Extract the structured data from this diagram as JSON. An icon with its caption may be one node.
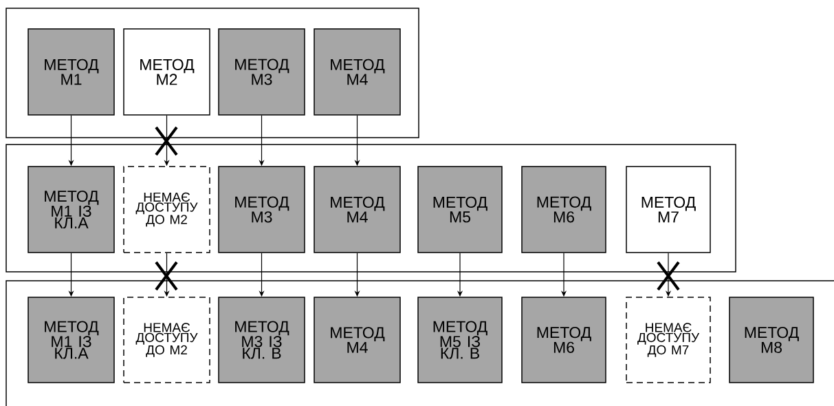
{
  "diagram": {
    "nodes": [
      {
        "text": [],
        "shape": "box"
      },
      {
        "text": [
          "МЕТОД М1"
        ],
        "in": 0
      },
      {
        "text": [
          "МЕТОД М2"
        ],
        "in": 0
      },
      {
        "text": [
          "МЕТОД М3"
        ],
        "in": 0
      },
      {
        "text": [
          "МЕТОД М4"
        ],
        "in": 0
      },
      {
        "text": [],
        "shape": "box"
      },
      {
        "text": [
          "МЕТОД М1 ІЗ КЛ.А"
        ],
        "in": 5
      },
      {
        "text": [
          "НЕМАЄ ДОСТУПУ ДО М2"
        ],
        "in": 5
      },
      {
        "text": [
          "МЕТОД М3"
        ],
        "in": 5
      },
      {
        "text": [
          "МЕТОД М4"
        ],
        "in": 5
      },
      {
        "text": [
          "МЕТОД М5"
        ],
        "in": 5
      },
      {
        "text": [
          "МЕТОД М6"
        ],
        "in": 5
      },
      {
        "text": [
          "МЕТОД М7"
        ],
        "in": 5
      },
      {
        "text": [],
        "shape": "box"
      },
      {
        "text": [
          "МЕТОД М1 ІЗ КЛ.А"
        ],
        "in": 13
      },
      {
        "text": [
          "НЕМАЄ ДОСТУПУ ДО М2"
        ],
        "in": 13
      },
      {
        "text": [
          "МЕТОД М3 ІЗ КЛ. В"
        ],
        "in": 13
      },
      {
        "text": [
          "МЕТОД М4"
        ],
        "in": 13
      },
      {
        "text": [
          "МЕТОД М5 ІЗ КЛ. В"
        ],
        "in": 13
      },
      {
        "text": [
          "МЕТОД М6"
        ],
        "in": 13
      },
      {
        "text": [
          "НЕМАЄ ДОСТУПУ ДО М7"
        ],
        "in": 13
      },
      {
        "text": [
          "МЕТОД М8"
        ],
        "in": 13
      }
    ],
    "edges": [
      {
        "from": 1,
        "to": 6,
        "arrow": "to"
      },
      {
        "from": 2,
        "to": 7,
        "arrow": "to"
      },
      {
        "from": 3,
        "to": 8,
        "arrow": "to"
      },
      {
        "from": 4,
        "to": 9,
        "arrow": "to"
      },
      {
        "from": 6,
        "to": 14,
        "arrow": "to"
      },
      {
        "from": 7,
        "to": 15,
        "arrow": "to"
      },
      {
        "from": 8,
        "to": 16,
        "arrow": "to"
      },
      {
        "from": 9,
        "to": 17,
        "arrow": "to"
      },
      {
        "from": 10,
        "to": 18,
        "arrow": "to"
      },
      {
        "from": 11,
        "to": 19,
        "arrow": "to"
      },
      {
        "from": 12,
        "to": 20,
        "arrow": "to"
      }
    ]
  }
}
